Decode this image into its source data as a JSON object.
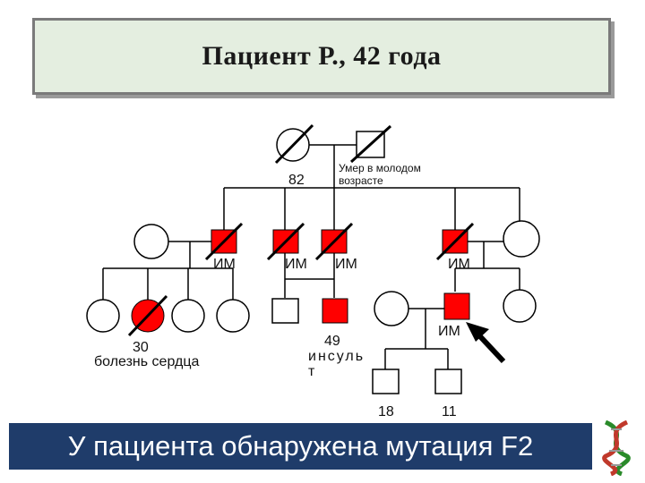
{
  "slide": {
    "title": "Пациент Р., 42 года",
    "banner": "У пациента обнаружена мутация F2"
  },
  "labels": {
    "grandfather_age": "82",
    "grandmother_note": "Умер в молодом\nвозрасте",
    "im_uncle1": "ИМ",
    "im_father": "ИМ",
    "im_uncle2": "ИМ",
    "im_uncle3": "ИМ",
    "im_patient": "ИМ",
    "cousin_age": "30",
    "cousin_note": "болезнь сердца",
    "sibling_age": "49",
    "sibling_note": "инсуль\nт",
    "son1_age": "18",
    "son2_age": "11"
  },
  "colors": {
    "affected": "#ff0000",
    "unaffected": "#ffffff",
    "banner_bg": "#1f3c6a",
    "title_bg": "#e4eee0"
  },
  "icons": {
    "proband_arrow": "arrow-icon",
    "dna_logo": "dna-icon"
  }
}
